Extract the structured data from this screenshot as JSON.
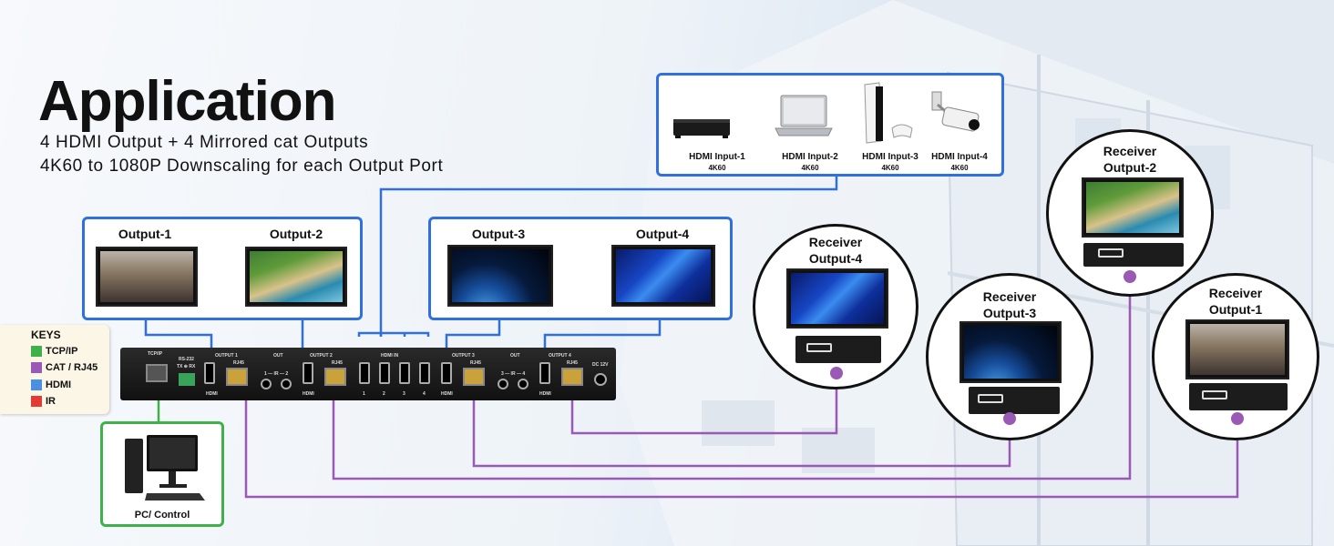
{
  "title": "Application",
  "subtitle_1": "4 HDMI Output + 4 Mirrored cat Outputs",
  "subtitle_2": "4K60 to 1080P Downscaling for each Output Port",
  "inputs": [
    {
      "label": "HDMI Input-1",
      "res": "4K60",
      "icon": "blu-ray-player-icon"
    },
    {
      "label": "HDMI Input-2",
      "res": "4K60",
      "icon": "laptop-icon"
    },
    {
      "label": "HDMI Input-3",
      "res": "4K60",
      "icon": "game-console-icon"
    },
    {
      "label": "HDMI Input-4",
      "res": "4K60",
      "icon": "security-camera-icon"
    }
  ],
  "outputs": [
    "Output-1",
    "Output-2",
    "Output-3",
    "Output-4"
  ],
  "receivers": {
    "r4": {
      "line1": "Receiver",
      "line2": "Output-4"
    },
    "r3": {
      "line1": "Receiver",
      "line2": "Output-3"
    },
    "r2": {
      "line1": "Receiver",
      "line2": "Output-2"
    },
    "r1": {
      "line1": "Receiver",
      "line2": "Output-1"
    }
  },
  "keys": {
    "title": "KEYS",
    "items": [
      {
        "label": "TCP/IP",
        "color": "#3fb14a"
      },
      {
        "label": "CAT / RJ45",
        "color": "#9b59b6"
      },
      {
        "label": "HDMI",
        "color": "#4a90e2"
      },
      {
        "label": "IR",
        "color": "#e53935"
      }
    ]
  },
  "pc_label": "PC/ Control",
  "device_labels": {
    "tcpip": "TCP/IP",
    "rs232": "RS-232",
    "txgrx": "TX ⊕ RX",
    "output1": "OUTPUT 1",
    "out_a": "OUT",
    "output2": "OUTPUT 2",
    "hdmi_in": "HDMI IN",
    "output3": "OUTPUT 3",
    "out_b": "OUT",
    "output4": "OUTPUT 4",
    "dc": "DC 12V",
    "rj45": "RJ45",
    "hdmi": "HDMI",
    "ir_a": "1 — IR — 2",
    "ir_b": "3 — IR — 4",
    "in1": "1",
    "in2": "2",
    "in3": "3",
    "in4": "4"
  },
  "colors": {
    "hdmi_line": "#2f6fe0",
    "cat_line": "#9b59b6",
    "tcp_line": "#3fb14a",
    "ir_line": "#e53935"
  }
}
